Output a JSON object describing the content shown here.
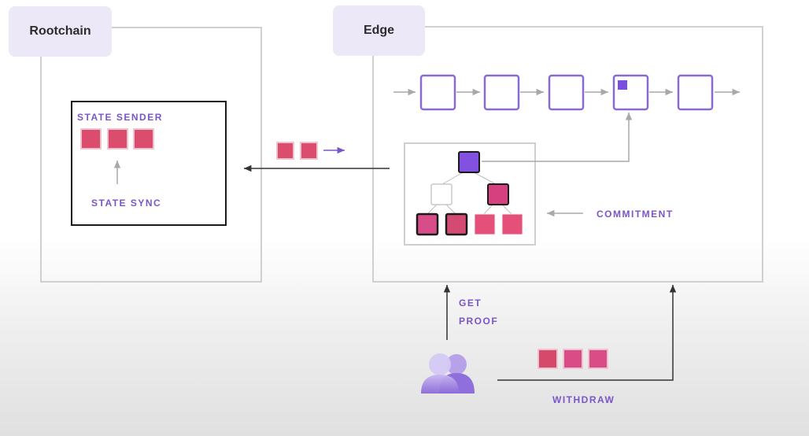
{
  "rootchain": {
    "title": "Rootchain",
    "state_sender_label": "STATE SENDER",
    "state_sync_label": "STATE SYNC"
  },
  "edge": {
    "title": "Edge",
    "commitment_label": "COMMITMENT"
  },
  "user_actions": {
    "get_proof_label_line1": "GET",
    "get_proof_label_line2": "PROOF",
    "withdraw_label": "WITHDRAW"
  },
  "colors": {
    "accent_purple": "#7a55c8",
    "block_border": "#8a6ad0",
    "data_red": "#dc4d6d",
    "data_pink": "#d94c86",
    "root_purple": "#8351e0",
    "tag_bg": "#ece8f8"
  },
  "icons": {
    "user": "users-icon"
  }
}
